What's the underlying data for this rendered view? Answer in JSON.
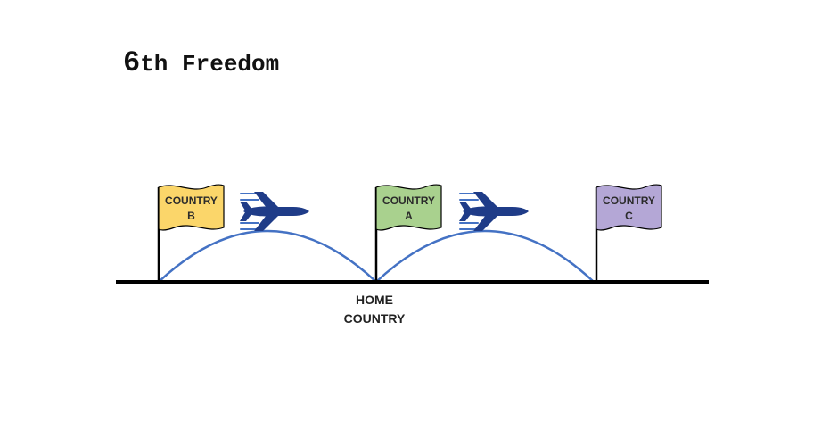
{
  "title": {
    "number": "6",
    "rest": "th Freedom"
  },
  "flags": [
    {
      "line1": "COUNTRY",
      "line2": "B",
      "color": "#fbd66a"
    },
    {
      "line1": "COUNTRY",
      "line2": "A",
      "color": "#a9d18e"
    },
    {
      "line1": "COUNTRY",
      "line2": "C",
      "color": "#b4a7d6"
    }
  ],
  "home": {
    "line1": "HOME",
    "line2": "COUNTRY"
  },
  "colors": {
    "route_arc": "#4472c4",
    "airplane": "#1f3c88",
    "ground": "#000000",
    "flag_outline": "#000000"
  },
  "icons": [
    "airplane-icon",
    "airplane-icon"
  ]
}
